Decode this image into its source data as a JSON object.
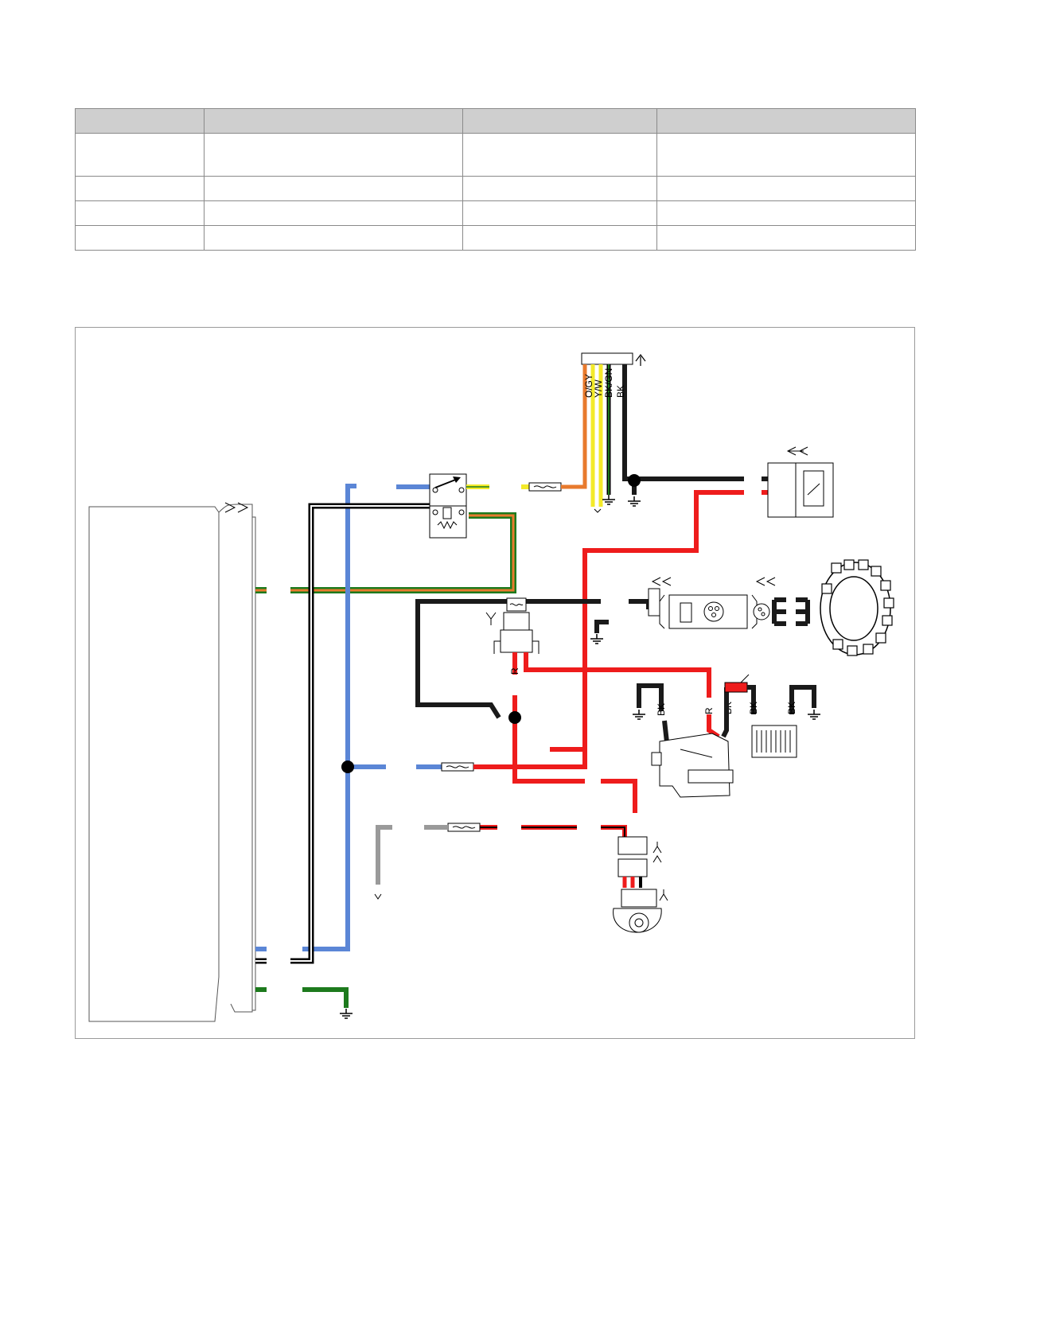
{
  "legend_table": {
    "columns": 4,
    "rows": 4
  },
  "wire_labels": {
    "connector_top": [
      "O/GY",
      "Y/W",
      "BK/GN",
      "BK"
    ],
    "relay": "R",
    "starter_left": "BK",
    "starter_right": [
      "R",
      "BK"
    ],
    "rectifier": [
      "BK",
      "BK"
    ]
  },
  "colors": {
    "red": "#ee1c1c",
    "black": "#1a1a1a",
    "blue": "#5b86d6",
    "green": "#1d7a1d",
    "orange": "#e87a2d",
    "yellow": "#f3ea2a",
    "gray": "#9a9a9a"
  },
  "icons": [
    "ground-icon",
    "connector-arrow-icon",
    "fuse-icon",
    "junction-dot-icon"
  ]
}
